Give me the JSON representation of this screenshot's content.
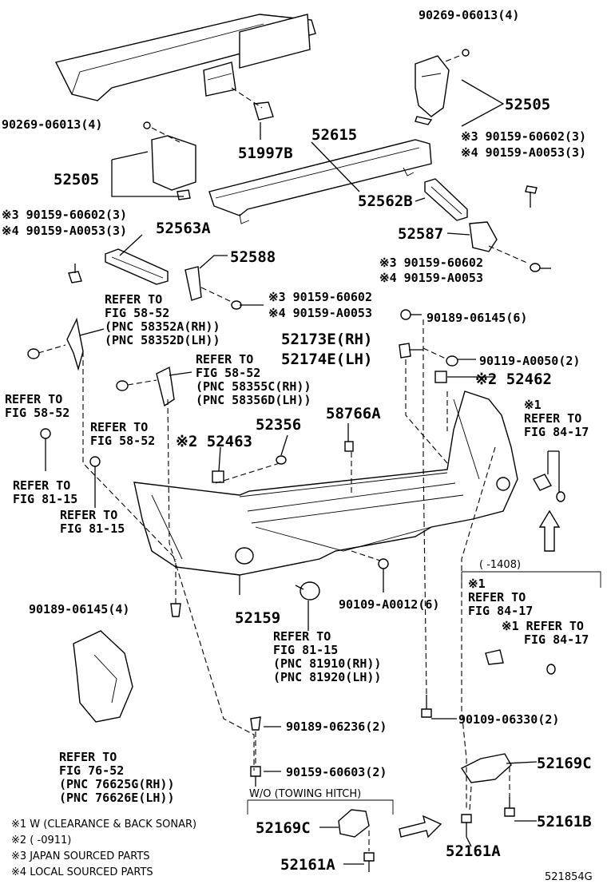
{
  "diagram_id": "521854G",
  "labels": {
    "p_90269_top": "90269-06013(4)",
    "p_52505_right": "52505",
    "p_90269_left": "90269-06013(4)",
    "p_51997B": "51997B",
    "p_52615": "52615",
    "p_52505_left": "52505",
    "p_r_90159_60602_3": "※3 90159-60602(3)",
    "p_r_90159_A0053_3": "※4 90159-A0053(3)",
    "p_52562B": "52562B",
    "p_l_90159_60602_3": "※3 90159-60602(3)",
    "p_l_90159_A0053_3": "※4 90159-A0053(3)",
    "p_52563A": "52563A",
    "p_52587": "52587",
    "p_r_90159_60602": "※3 90159-60602",
    "p_r_90159_A0053": "※4 90159-A0053",
    "p_52588": "52588",
    "p_c_90159_60602": "※3 90159-60602",
    "p_c_90159_A0053": "※4 90159-A0053",
    "p_90189_06145_6": "90189-06145(6)",
    "p_52173E": "52173E(RH)",
    "p_52174E": "52174E(LH)",
    "p_90119_A0050": "90119-A0050(2)",
    "p_52462": "※2 52462",
    "p_52356": "52356",
    "p_58766A": "58766A",
    "p_52463": "※2 52463",
    "p_90109_A0012": "90109-A0012(6)",
    "p_90189_06145_4": "90189-06145(4)",
    "p_52159": "52159",
    "p_90109_06330": "90109-06330(2)",
    "p_90189_06236": "90189-06236(2)",
    "p_90159_60603": "90159-60603(2)",
    "p_52169C_right": "52169C",
    "p_52161B": "52161B",
    "p_52169C_left": "52169C",
    "p_52161A_left": "52161A",
    "p_52161A_right": "52161A"
  },
  "refs": {
    "r_58_52_a": [
      "REFER TO",
      "FIG 58-52",
      "(PNC 58352A(RH))",
      "(PNC 58352D(LH))"
    ],
    "r_58_52_b": [
      "REFER TO",
      "FIG 58-52",
      "(PNC 58355C(RH))",
      "(PNC 58356D(LH))"
    ],
    "r_58_52_c": [
      "REFER TO",
      "FIG 58-52"
    ],
    "r_58_52_d": [
      "REFER TO",
      "FIG 58-52"
    ],
    "r_84_17_a": [
      "※1",
      "REFER TO",
      "FIG 84-17"
    ],
    "r_81_15_a": [
      "REFER TO",
      "FIG 81-15"
    ],
    "r_81_15_b": [
      "REFER TO",
      "FIG 81-15"
    ],
    "r_81_15_c": [
      "REFER TO",
      "FIG 81-15",
      "(PNC 81910(RH))",
      "(PNC 81920(LH))"
    ],
    "r_84_17_b": [
      "※1",
      "REFER TO",
      "FIG 84-17"
    ],
    "r_84_17_c": [
      "※1 REFER TO",
      "FIG 84-17"
    ],
    "r_76_52": [
      "REFER TO",
      "FIG 76-52",
      "(PNC 76625G(RH))",
      "(PNC 76626E(LH))"
    ]
  },
  "box_label_1408": "(       -1408)",
  "box_label_towing": "W/O (TOWING HITCH)",
  "footnotes": [
    "※1 W (CLEARANCE & BACK  SONAR)",
    "※2 (       -0911)",
    "※3 JAPAN SOURCED PARTS",
    "※4 LOCAL SOURCED PARTS"
  ]
}
